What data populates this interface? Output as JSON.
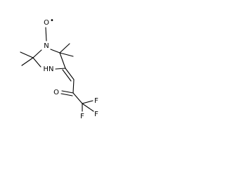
{
  "atoms": {
    "oxygen_radical": "O",
    "radical_dot": "•",
    "n1": "N",
    "nh": "HN",
    "carbonyl_o": "O",
    "f1": "F",
    "f2": "F",
    "f3": "F"
  }
}
